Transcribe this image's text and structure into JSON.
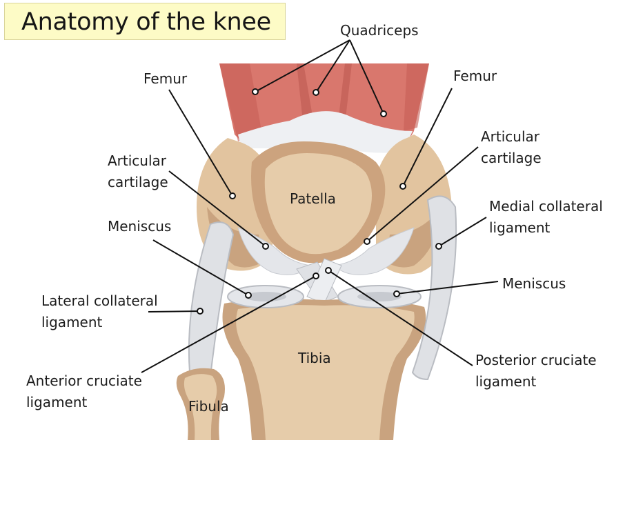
{
  "title": "Anatomy of the knee",
  "labels": {
    "quadriceps": "Quadriceps",
    "femur_left": "Femur",
    "femur_right": "Femur",
    "articular_left_1": "Articular",
    "articular_left_2": "cartilage",
    "articular_right_1": "Articular",
    "articular_right_2": "cartilage",
    "patella": "Patella",
    "medial_1": "Medial collateral",
    "medial_2": "ligament",
    "meniscus_left": "Meniscus",
    "meniscus_right": "Meniscus",
    "lateral_1": "Lateral collateral",
    "lateral_2": "ligament",
    "tibia": "Tibia",
    "acl_1": "Anterior cruciate",
    "acl_2": "ligament",
    "pcl_1": "Posterior cruciate",
    "pcl_2": "ligament",
    "fibula": "Fibula"
  },
  "colors": {
    "muscle": "#d9776d",
    "bone": "#e6ccaa",
    "bone_shadow": "#c7a07c",
    "cartilage": "#e4e6ea",
    "title_bg": "#fdfbc6"
  }
}
